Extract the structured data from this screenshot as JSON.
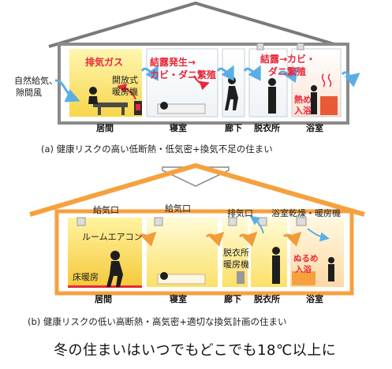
{
  "top_house": {
    "rooms": [
      "居間",
      "寝室",
      "廊下",
      "脱衣所",
      "浴室"
    ],
    "outside_note": [
      "自然給気、",
      "隙間風"
    ],
    "heater_note": [
      "開放式",
      "暖房機"
    ],
    "exhaust_gas": "排気ガス",
    "condensation_bedroom": [
      "結露発生→",
      "カビ・ダニ繁殖"
    ],
    "condensation_bath": [
      "結露→カビ・",
      "ダニ繁殖"
    ],
    "hot_bath": [
      "熱め",
      "入浴"
    ],
    "caption": "(a) 健康リスクの高い低断熱・低気密+換気不足の住まい"
  },
  "bottom_house": {
    "rooms": [
      "居間",
      "寝室",
      "廊下",
      "脱衣所",
      "浴室"
    ],
    "supply_1": "給気口",
    "supply_2": "給気口",
    "exhaust": "排気口",
    "bath_dryer": "浴室乾燥・暖房機",
    "room_ac": "ルームエアコン",
    "floor_heating": "床暖房",
    "changing_heater": [
      "脱衣所",
      "暖房機"
    ],
    "lukewarm_bath": [
      "ぬるめ",
      "入浴"
    ],
    "caption": "(b) 健康リスクの低い高断熱・高気密+適切な換気計画の住まい"
  },
  "footer": "冬の住まいはいつでもどこでも18℃以上に",
  "colors": {
    "roof_old": "#7a7a7a",
    "roof_new": "#f6a13e",
    "warm": "#fdd835",
    "cold": "#ffffff",
    "hot_text": "#e8283a",
    "air_arrow": "#5aaee6"
  }
}
